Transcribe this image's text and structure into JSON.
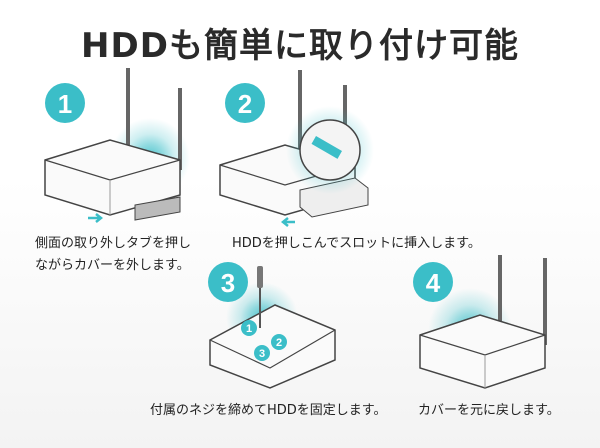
{
  "title": "HDDも簡単に取り付け可能",
  "accent_color": "#3bbec8",
  "steps": [
    {
      "number": "1",
      "caption_line1": "側面の取り外しタブを押し",
      "caption_line2": "ながらカバーを外します。"
    },
    {
      "number": "2",
      "caption": "HDDを押しこんでスロットに挿入します。"
    },
    {
      "number": "3",
      "caption": "付属のネジを締めてHDDを固定します。",
      "screw_labels": [
        "1",
        "2",
        "3"
      ]
    },
    {
      "number": "4",
      "caption": "カバーを元に戻します。"
    }
  ]
}
